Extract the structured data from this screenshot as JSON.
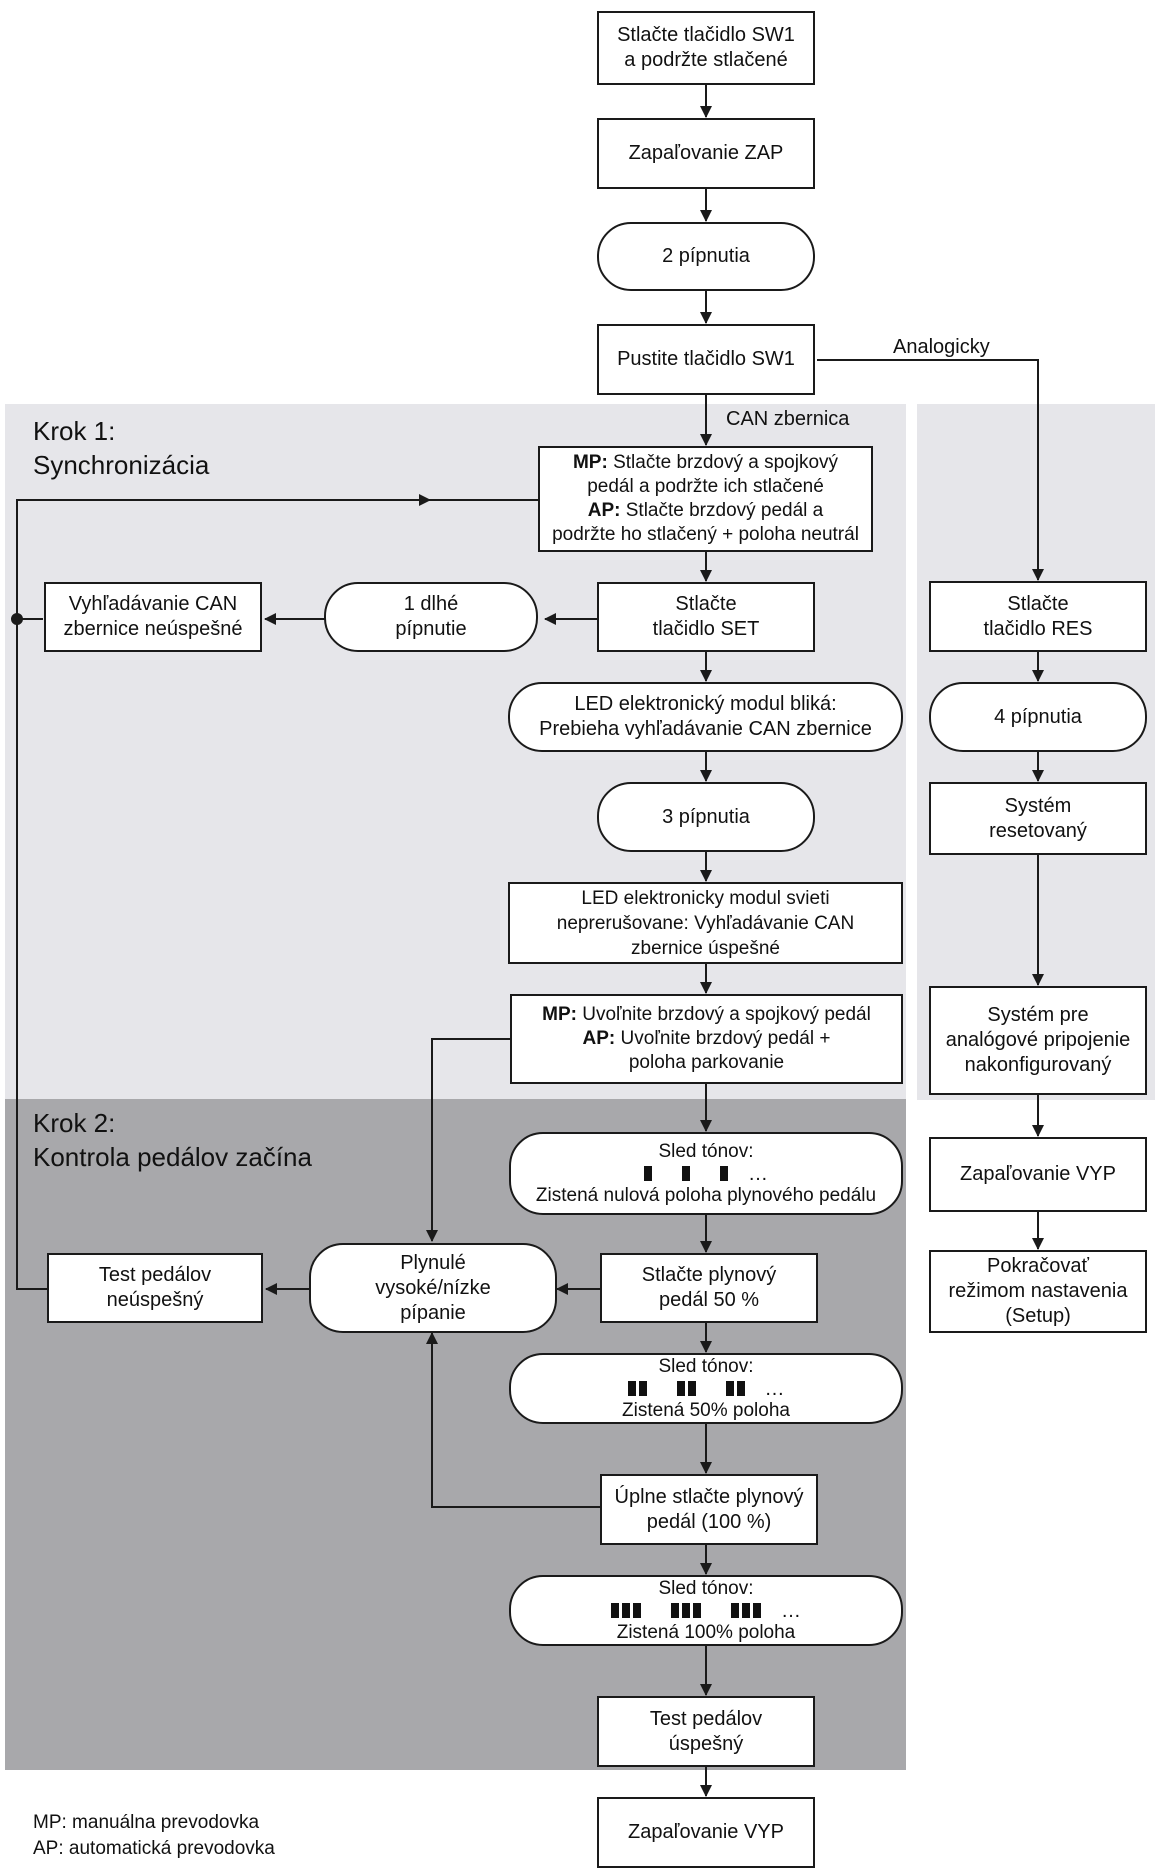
{
  "step1": {
    "line1": "Krok 1:",
    "line2": "Synchronizácia"
  },
  "step2": {
    "line1": "Krok 2:",
    "line2": "Kontrola pedálov začína"
  },
  "edge_labels": {
    "analog": "Analogicky",
    "can": "CAN zbernica"
  },
  "nodes": {
    "sw1_press": {
      "l1": "Stlačte tlačidlo SW1",
      "l2": "a podržte stlačené"
    },
    "ign_on": {
      "l1": "Zapaľovanie ZAP"
    },
    "beeps2": {
      "l1": "2 pípnutia"
    },
    "sw1_release": {
      "l1": "Pustite tlačidlo SW1"
    },
    "pedal_press": {
      "mp_label": "MP:",
      "mp_text": " Stlačte brzdový a spojkový",
      "l2": "pedál a podržte ich stlačené",
      "ap_label": "AP:",
      "ap_text": " Stlačte brzdový pedál a",
      "l4": "podržte ho stlačený + poloha neutrál"
    },
    "set_btn": {
      "l1": "Stlačte",
      "l2": "tlačidlo SET"
    },
    "long_beep": {
      "l1": "1 dlhé",
      "l2": "pípnutie"
    },
    "can_fail": {
      "l1": "Vyhľadávanie CAN",
      "l2": "zbernice neúspešné"
    },
    "led_blink": {
      "l1": "LED elektronický modul bliká:",
      "l2": "Prebieha vyhľadávanie CAN zbernice"
    },
    "beeps3": {
      "l1": "3 pípnutia"
    },
    "led_on": {
      "l1": "LED elektronicky modul svieti",
      "l2": "neprerušovane: Vyhľadávanie CAN",
      "l3": "zbernice úspešné"
    },
    "pedal_release": {
      "mp_label": "MP:",
      "mp_text": " Uvoľnite brzdový a spojkový pedál",
      "ap_label": "AP:",
      "ap_text": " Uvoľnite brzdový pedál +",
      "l3": "poloha parkovanie"
    },
    "tone_zero": {
      "l1": "Sled tónov:",
      "dots": "…",
      "l3": "Zistená nulová poloha plynového pedálu"
    },
    "gas50": {
      "l1": "Stlačte plynový",
      "l2": "pedál 50 %"
    },
    "smooth_beep": {
      "l1": "Plynulé",
      "l2": "vysoké/nízke",
      "l3": "pípanie"
    },
    "pedal_fail": {
      "l1": "Test pedálov",
      "l2": "neúspešný"
    },
    "tone50": {
      "l1": "Sled tónov:",
      "dots": "…",
      "l3": "Zistená 50% poloha"
    },
    "gas100": {
      "l1": "Úplne stlačte plynový",
      "l2": "pedál (100 %)"
    },
    "tone100": {
      "l1": "Sled tónov:",
      "dots": "…",
      "l3": "Zistená 100% poloha"
    },
    "pedal_ok": {
      "l1": "Test pedálov",
      "l2": "úspešný"
    },
    "ign_off_main": {
      "l1": "Zapaľovanie VYP"
    },
    "res_btn": {
      "l1": "Stlačte",
      "l2": "tlačidlo RES"
    },
    "beeps4": {
      "l1": "4 pípnutia"
    },
    "sys_reset": {
      "l1": "Systém",
      "l2": "resetovaný"
    },
    "sys_analog": {
      "l1": "Systém pre",
      "l2": "analógové pripojenie",
      "l3": "nakonfigurovaný"
    },
    "ign_off_right": {
      "l1": "Zapaľovanie VYP"
    },
    "setup_mode": {
      "l1": "Pokračovať",
      "l2": "režimom nastavenia",
      "l3": "(Setup)"
    }
  },
  "legend": {
    "mp": "MP: manuálna prevodovka",
    "ap": "AP: automatická prevodovka"
  },
  "colors": {
    "step1_bg": "#e6e6ea",
    "step2_bg": "#a8a8ab",
    "right_bg": "#e6e6ea",
    "line": "#1a1a1a"
  }
}
